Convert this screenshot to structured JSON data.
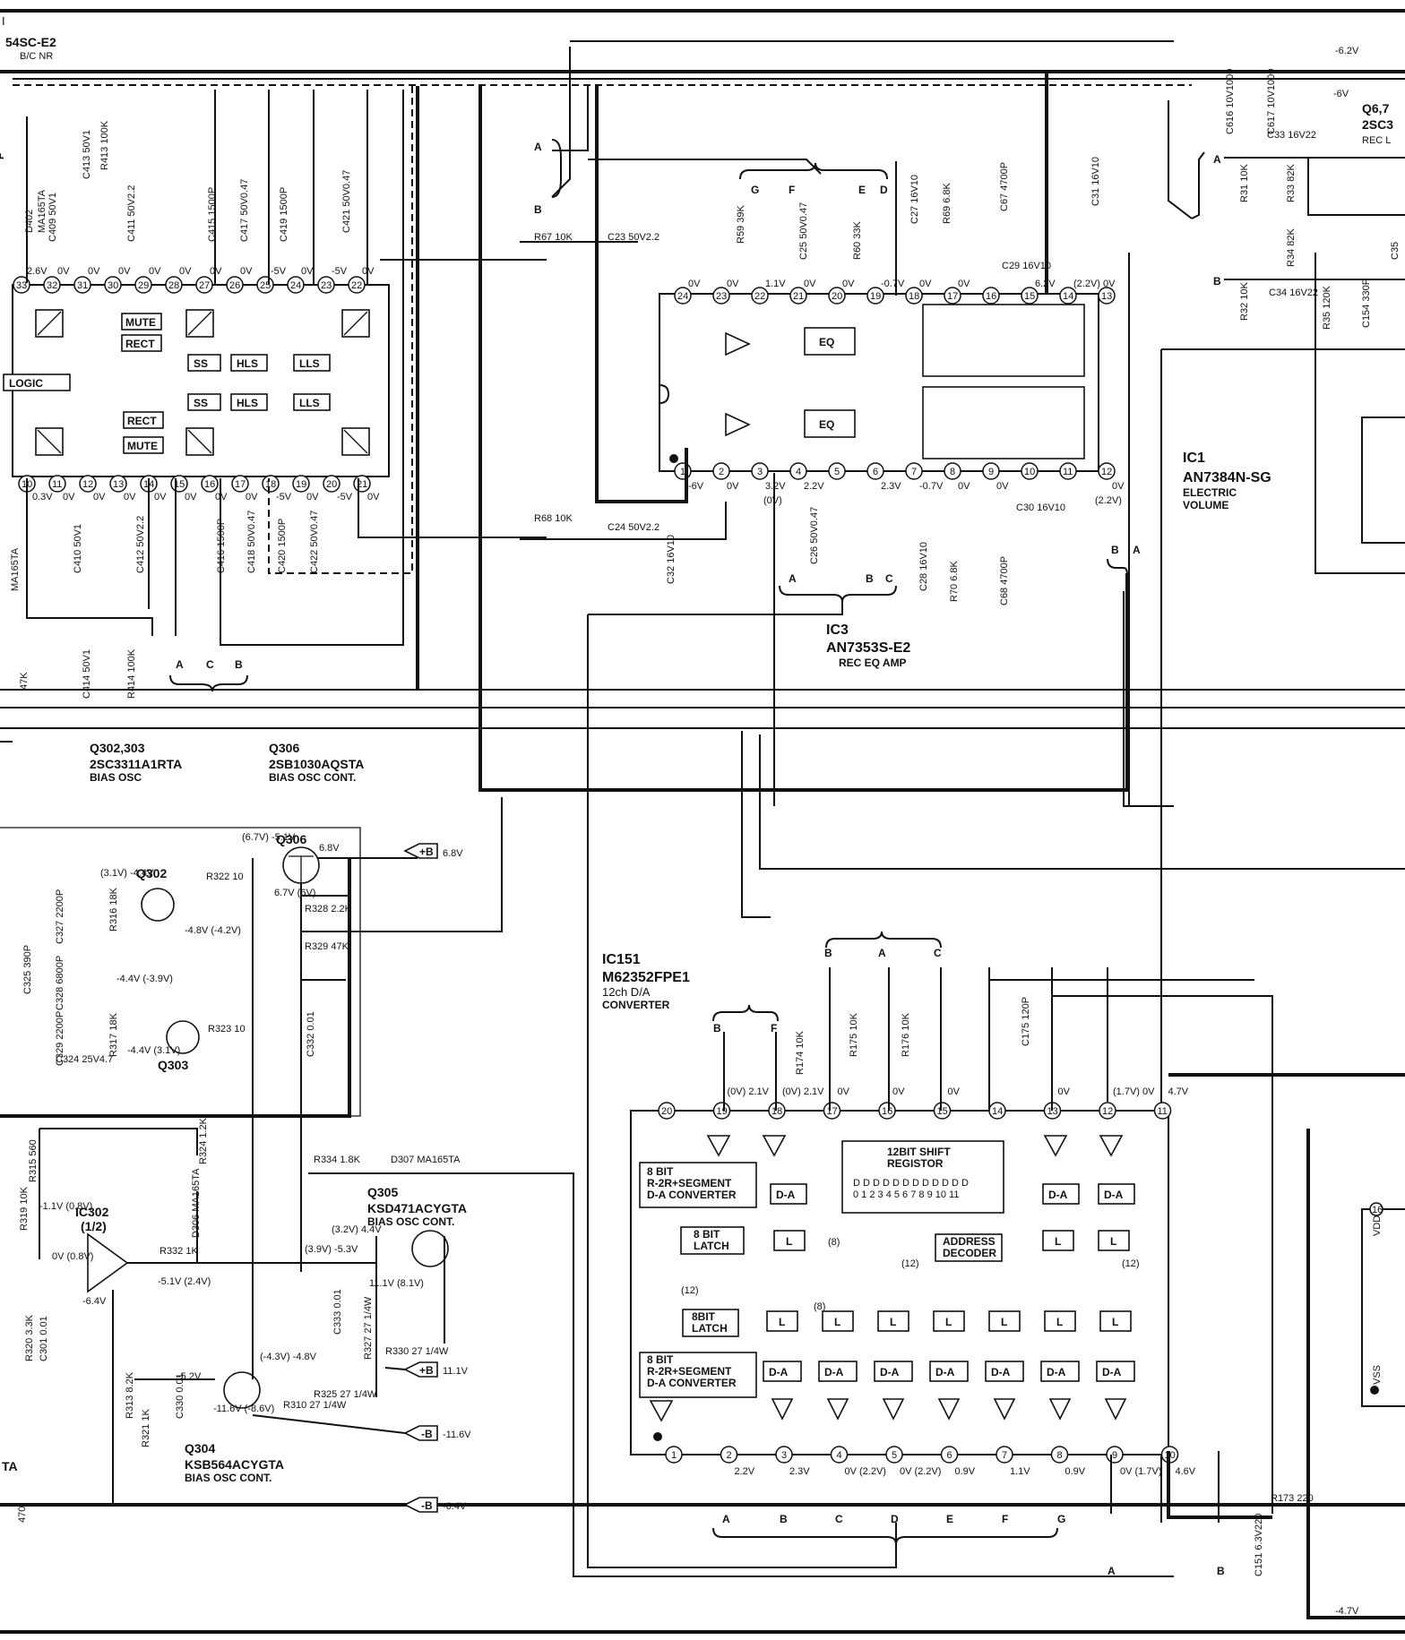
{
  "sheet": {
    "corner_top": "I",
    "ic_left_part": "54SC-E2",
    "ic_left_desc": "B/C NR",
    "ic_left_logic": "LOGIC",
    "ic_left_blocks": [
      "MUTE",
      "RECT",
      "SS",
      "HLS",
      "LLS"
    ],
    "ic_left_top_pins": [
      "33",
      "32",
      "31",
      "30",
      "29",
      "28",
      "27",
      "26",
      "25",
      "24",
      "23",
      "22"
    ],
    "ic_left_top_volts": [
      "2.6V",
      "0V",
      "0V",
      "0V",
      "0V",
      "0V",
      "0V",
      "0V",
      "-5V",
      "0V",
      "-5V",
      "0V"
    ],
    "ic_left_bot_pins": [
      "10",
      "11",
      "12",
      "13",
      "14",
      "15",
      "16",
      "17",
      "18",
      "19",
      "20",
      "21"
    ],
    "ic_left_bot_volts": [
      "0.3V",
      "0V",
      "0V",
      "0V",
      "0V",
      "0V",
      "0V",
      "0V",
      "-5V",
      "0V",
      "-5V",
      "0V"
    ],
    "left_caps_top": [
      "C413 50V1",
      "R413 100K",
      "C409 50V1",
      "C411 50V2.2",
      "C415 1500P",
      "C417 50V0.47",
      "C419 1500P",
      "C421 50V0.47"
    ],
    "left_caps_bot": [
      "C410 50V1",
      "C412 50V2.2",
      "C416 1500P",
      "C418 50V0.47",
      "C420 1500P",
      "C422 50V0.47"
    ],
    "left_misc": [
      "D402",
      "MA165TA",
      "C414 50V1",
      "R414 100K",
      "47K",
      "MA165TA",
      "F"
    ],
    "ic3_name": "IC3",
    "ic3_part": "AN7353S-E2",
    "ic3_desc": "REC EQ AMP",
    "ic3_block": "EQ",
    "ic3_top_pins": [
      "24",
      "23",
      "22",
      "21",
      "20",
      "19",
      "18",
      "17",
      "16",
      "15",
      "14",
      "13"
    ],
    "ic3_top_volts": [
      "0V",
      "0V",
      "1.1V",
      "0V",
      "0V",
      "-0.7V",
      "0V",
      "0V",
      "",
      "6.2V",
      "(2.2V) 0V",
      ""
    ],
    "ic3_bot_pins": [
      "1",
      "2",
      "3",
      "4",
      "5",
      "6",
      "7",
      "8",
      "9",
      "10",
      "11",
      "12"
    ],
    "ic3_bot_volts": [
      "-6V",
      "0V",
      "3.2V",
      "2.2V",
      "",
      "2.3V",
      "-0.7V",
      "0V",
      "0V",
      "",
      "",
      "0V"
    ],
    "ic3_bot_volts_alt": [
      "(0V)",
      "(2.2V)"
    ],
    "ic3_parts": [
      "R67 10K",
      "C23 50V2.2",
      "R59 39K",
      "C25 50V0.47",
      "R60 33K",
      "C27 16V10",
      "R69 6.8K",
      "C67 4700P",
      "C29 16V10",
      "C31 16V10",
      "R68 10K",
      "C24 50V2.2",
      "C32 16V10",
      "C26 50V0.47",
      "C28 16V10",
      "R70 6.8K",
      "C68 4700P",
      "C30 16V10"
    ],
    "ic3_letters_top": [
      "G",
      "F",
      "E",
      "D"
    ],
    "ic3_letters_bot": [
      "A",
      "B",
      "C"
    ],
    "bus_letters": [
      "A",
      "B",
      "B",
      "A",
      "A",
      "C",
      "B"
    ],
    "ic1_name": "IC1",
    "ic1_part": "AN7384N-SG",
    "ic1_desc1": "ELECTRIC",
    "ic1_desc2": "VOLUME",
    "right_parts": [
      "C616 10V1000",
      "C617 10V1000",
      "C33 16V22",
      "R31 10K",
      "R33 82K",
      "R34 82K",
      "R32 10K",
      "C34 16V22",
      "R35 120K",
      "C154 330P",
      "C35"
    ],
    "right_volts": [
      "-6.2V",
      "-6V"
    ],
    "q67": "Q6,7",
    "q67_part": "2SC3",
    "q67_desc": "REC L",
    "osc_q302_name": "Q302,303",
    "osc_q302_part": "2SC3311A1RTA",
    "osc_q302_desc": "BIAS OSC",
    "osc_q306_name": "Q306",
    "osc_q306_part": "2SB1030AQSTA",
    "osc_q306_desc": "BIAS OSC CONT.",
    "q306_label": "Q306",
    "q302_label": "Q302",
    "q303_label": "Q303",
    "q305_name": "Q305",
    "q305_part": "KSD471ACYGTA",
    "q305_desc": "BIAS OSC CONT.",
    "q304_name": "Q304",
    "q304_part": "KSB564ACYGTA",
    "q304_desc": "BIAS OSC CONT.",
    "ic302_name": "IC302",
    "ic302_sub": "(1/2)",
    "osc_parts": [
      "R322 10",
      "C327 2200P",
      "R316 18K",
      "C325 390P",
      "C328 6800P",
      "C329 2200P",
      "R317 18K",
      "R323 10",
      "C324 25V4.7",
      "R328 2.2K",
      "R329 47K",
      "C332 0.01",
      "R324 1.2K",
      "D306 MA165TA",
      "R315 560",
      "R334 1.8K",
      "D307 MA165TA",
      "R319 10K",
      "R332 1K",
      "C333 0.01",
      "R327 27 1/4W",
      "R330 27 1/4W",
      "R320 3.3K",
      "C301 0.01",
      "R313 8.2K",
      "C330 0.01",
      "R310 27 1/4W",
      "R325 27 1/4W",
      "R321 1K",
      "470"
    ],
    "osc_volts": [
      "(6.7V) -5.1V",
      "6.8V",
      "(3.1V) -4.4V",
      "-4.8V (-4.2V)",
      "6.7V (6V)",
      "-4.4V (-3.9V)",
      "-4.4V (3.1V)",
      "-1.1V (0.8V)",
      "0V (0.8V)",
      "-6.4V",
      "-5.1V (2.4V)",
      "(3.2V) 4.4V",
      "(3.9V) -5.3V",
      "11.1V (8.1V)",
      "-5.2V",
      "(-4.3V) -4.8V",
      "-11.6V (-8.6V)"
    ],
    "supplies": [
      "+B",
      "6.8V",
      "+B",
      "11.1V",
      "-B",
      "-11.6V",
      "-B",
      "-6.4V",
      "TA"
    ],
    "ic151_name": "IC151",
    "ic151_part": "M62352FPE1",
    "ic151_desc1": "12ch D/A",
    "ic151_desc2": "CONVERTER",
    "ic151_blocks": {
      "dac8a": "8 BIT\nR-2R+SEGMENT\nD-A CONVERTER",
      "latch8a": "8 BIT\nLATCH",
      "shift": "12BIT SHIFT\nREGISTOR",
      "dbits": "D D D D D D D D D D D D\n0 1 2 3 4 5 6 7 8 9 10 11",
      "addr": "ADDRESS\nDECODER",
      "latch8b": "8BIT\nLATCH",
      "dac8b": "8 BIT\nR-2R+SEGMENT\nD-A CONVERTER",
      "da": "D-A",
      "l": "L",
      "n8": "(8)",
      "n12": "(12)"
    },
    "ic151_top_pins": [
      "20",
      "19",
      "18",
      "17",
      "16",
      "15",
      "14",
      "13",
      "12",
      "11"
    ],
    "ic151_top_volts": [
      "",
      "(0V) 2.1V",
      "(0V) 2.1V",
      "0V",
      "0V",
      "0V",
      "",
      "0V",
      "(1.7V) 0V",
      "4.7V"
    ],
    "ic151_bot_pins": [
      "1",
      "2",
      "3",
      "4",
      "5",
      "6",
      "7",
      "8",
      "9",
      "10"
    ],
    "ic151_bot_volts": [
      "",
      "2.2V",
      "2.3V",
      "0V (2.2V)",
      "0V (2.2V)",
      "0.9V",
      "1.1V",
      "0.9V",
      "0V (1.7V)",
      "4.6V"
    ],
    "ic151_top_letters": [
      "B",
      "A",
      "C",
      "B",
      "F"
    ],
    "ic151_bot_letters": [
      "A",
      "B",
      "C",
      "D",
      "E",
      "F",
      "G",
      "A",
      "B"
    ],
    "ic151_parts": [
      "R174 10K",
      "R175 10K",
      "R176 10K",
      "C175 120P",
      "R173 220",
      "C151 6.3V220"
    ],
    "vdd_vss": [
      "VDD",
      "VSS",
      "16"
    ],
    "bottom_volt": "-4.7V"
  }
}
